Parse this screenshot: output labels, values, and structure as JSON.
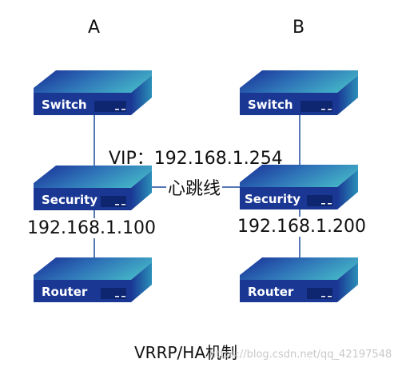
{
  "diagram": {
    "columns": {
      "a": "A",
      "b": "B"
    },
    "devices": {
      "a_switch": "Switch",
      "a_security": "Security",
      "a_router": "Router",
      "b_switch": "Switch",
      "b_security": "Security",
      "b_router": "Router"
    },
    "vip": "VIP：192.168.1.254",
    "heartbeat": "心跳线",
    "ip_a": "192.168.1.100",
    "ip_b": "192.168.1.200",
    "caption": "VRRP/HA机制",
    "watermark": "https://blog.csdn.net/qq_42197548",
    "colors": {
      "top_light": "#45b9c8",
      "top_dark": "#1c3a9c",
      "front": "#1a3794",
      "line": "#1e4a9e"
    }
  }
}
